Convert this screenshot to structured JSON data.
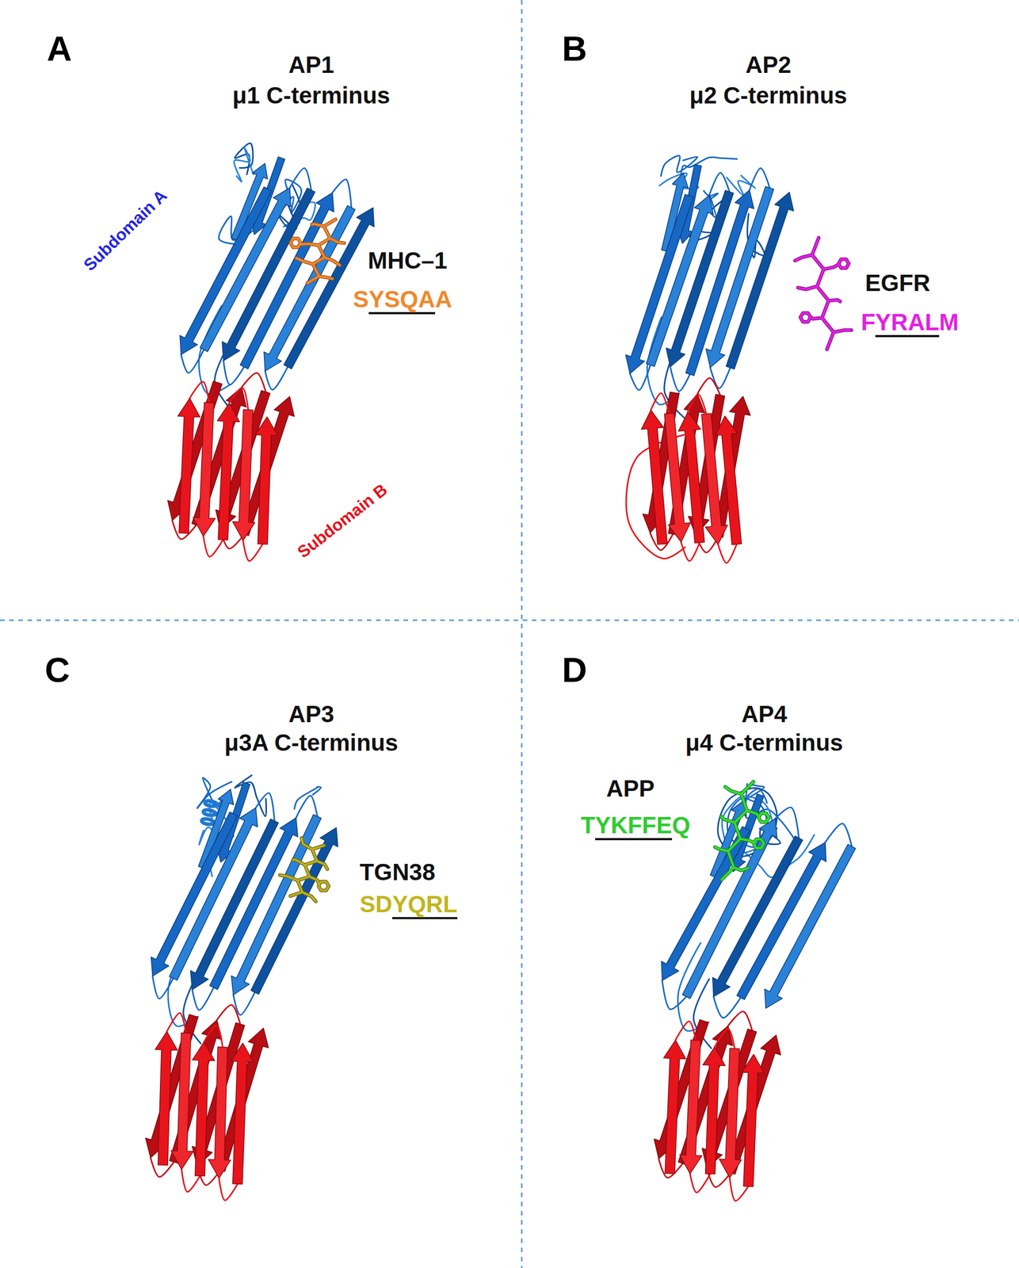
{
  "diagram": {
    "labels": [
      "A",
      "AP1",
      "μ1 C-terminus",
      "Subdomain A",
      "MHC–1",
      "SYSQAA",
      "Subdomain B",
      "B",
      "AP2",
      "μ2 C-terminus",
      "EGFR",
      "FYRALM",
      "C",
      "AP3",
      "μ3A C-terminus",
      "TGN38",
      "SDYQRL",
      "D",
      "AP4",
      "μ4 C-terminus",
      "APP",
      "TYKFFEQ"
    ]
  }
}
